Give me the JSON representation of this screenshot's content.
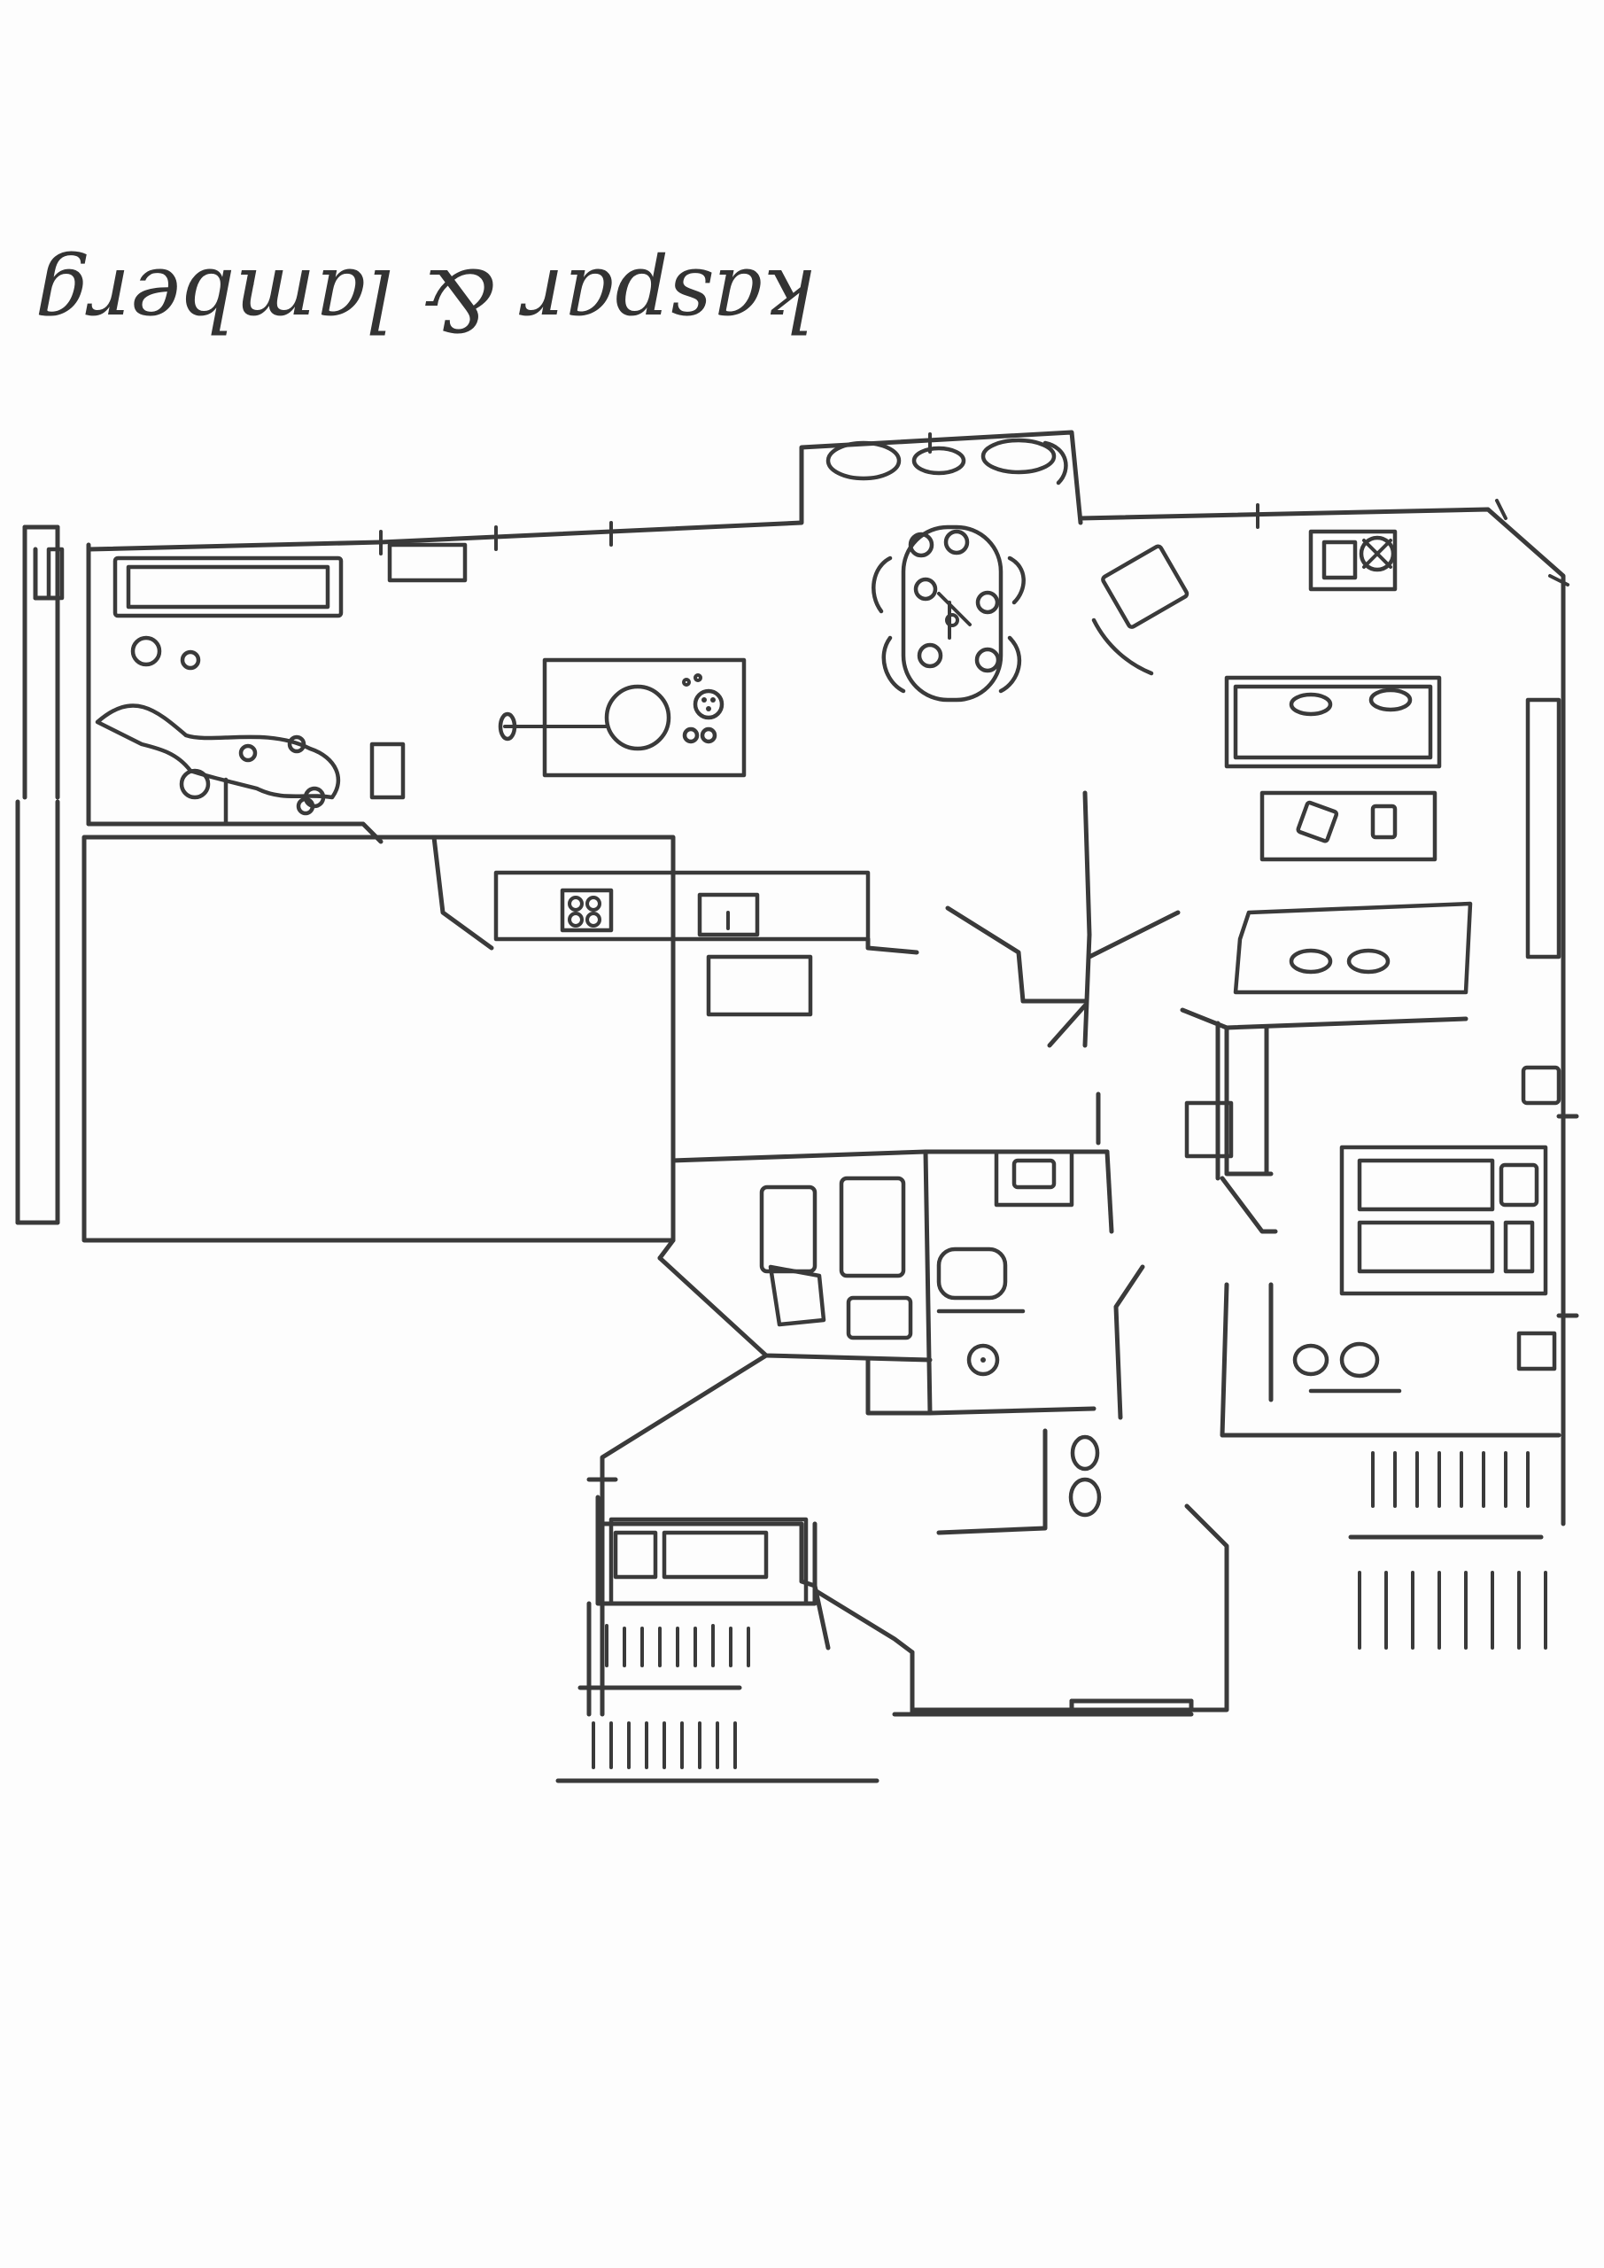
{
  "sheet": {
    "handwritten_title": "kaspar & lamberg",
    "title_trailing_mark": "."
  },
  "plan": {
    "kind": "hand-drawn apartment floor plan",
    "rooms": [
      "kitchen",
      "dining",
      "living room",
      "bathroom",
      "hall",
      "bedroom",
      "bedroom",
      "balcony",
      "staircase"
    ],
    "ink_color": "#3a3a3a",
    "paper_color": "#fdfdfd",
    "title_orientation": "upside-down"
  }
}
